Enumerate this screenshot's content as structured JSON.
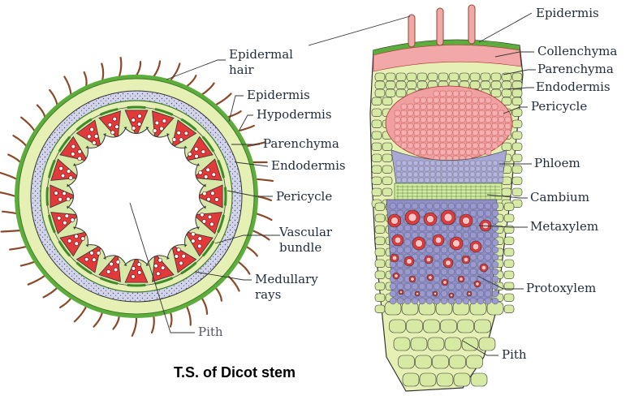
{
  "title": "T.S. of Dicot stem",
  "left_labels": {
    "epidermal_hair_1": "Epidermal",
    "epidermal_hair_2": "hair",
    "epidermis": "Epidermis",
    "hypodermis": "Hypodermis",
    "parenchyma": "Parenchyma",
    "endodermis": "Endodermis",
    "pericycle": "Pericycle",
    "vascular_bundle_1": "Vascular",
    "vascular_bundle_2": "bundle",
    "medullary_rays_1": "Medullary",
    "medullary_rays_2": "rays",
    "pith": "Pith"
  },
  "right_labels": {
    "epidermis": "Epidermis",
    "collenchyma": "Collenchyma",
    "parenchyma": "Parenchyma",
    "endodermis": "Endodermis",
    "pericycle": "Pericycle",
    "phloem": "Phloem",
    "cambium": "Cambium",
    "metaxylem": "Metaxylem",
    "protoxylem": "Protoxylem",
    "pith": "Pith"
  },
  "colors": {
    "epidermis_green": "#5cad3c",
    "cortex_yellowgreen": "#e6f0b4",
    "hypodermis_lavender": "#c8c9e6",
    "bundle_red": "#e23a3a",
    "phloem_blue": "#a8a8d6",
    "xylem_blue": "#8e8ec8",
    "cell_green": "#d6eaa4",
    "pericycle_pink": "#f0a0a0",
    "hair_brown": "#8a4a2a"
  }
}
